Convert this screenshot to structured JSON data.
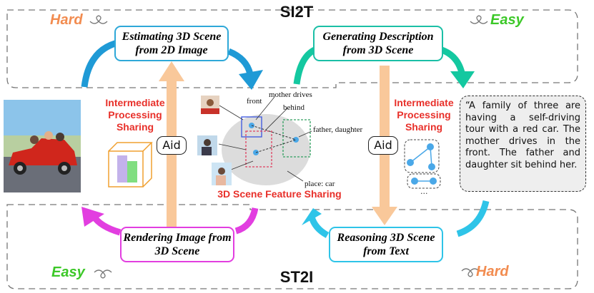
{
  "panels": {
    "top_title": "SI2T",
    "bottom_title": "ST2I"
  },
  "difficulty": {
    "top_left": "Hard",
    "top_right": "Easy",
    "bottom_left": "Easy",
    "bottom_right": "Hard"
  },
  "steps": {
    "estimate": "Estimating 3D Scene from 2D Image",
    "generate": "Generating Description from 3D Scene",
    "render": "Rendering Image from 3D Scene",
    "reason": "Reasoning 3D Scene from Text"
  },
  "sharing": {
    "left": "Intermediate Processing Sharing",
    "right": "Intermediate Processing Sharing",
    "center": "3D Scene Feature Sharing"
  },
  "aid": {
    "left": "Aid",
    "right": "Aid"
  },
  "scene_labels": {
    "mother_drives": "mother drives",
    "front": "front",
    "behind": "behind",
    "father_daughter": "father, daughter",
    "place": "place: car"
  },
  "description": "“A family of three are having a self-driving tour with a red car. The mother drives in the front. The father and daughter sit behind her.",
  "ellipsis": "...",
  "colors": {
    "estimate_border": "#2ea8d8",
    "generate_border": "#1bbfa6",
    "render_border": "#e23ee0",
    "reason_border": "#2ec4e8",
    "hard": "#f28c50",
    "easy": "#3cc828",
    "aid_arrow": "#f9c89a",
    "red_text": "#e8302a"
  }
}
